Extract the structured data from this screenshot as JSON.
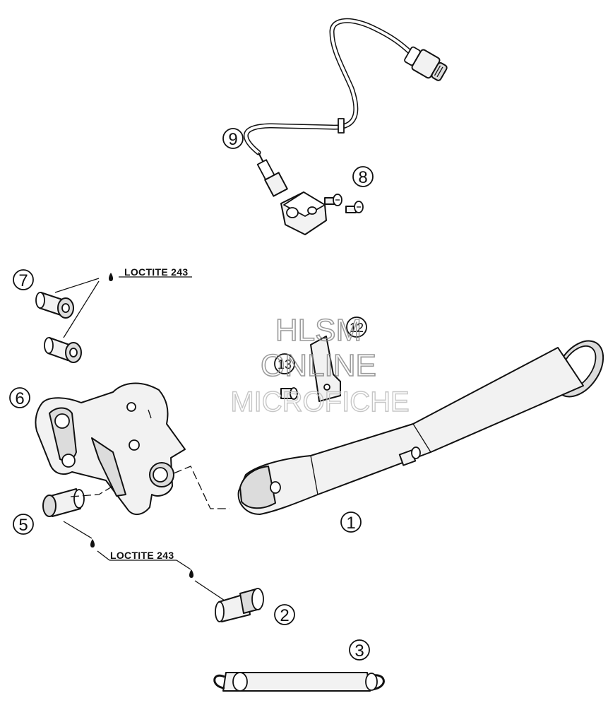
{
  "diagram": {
    "callouts": [
      "1",
      "2",
      "3",
      "5",
      "6",
      "7",
      "8",
      "9",
      "12",
      "13"
    ],
    "notes": {
      "loctite_upper": "LOCTITE 243",
      "loctite_lower": "LOCTITE 243"
    },
    "watermark": {
      "line1": "HLSM",
      "line2": "ONLINE",
      "line3": "MICROFICHE"
    }
  }
}
